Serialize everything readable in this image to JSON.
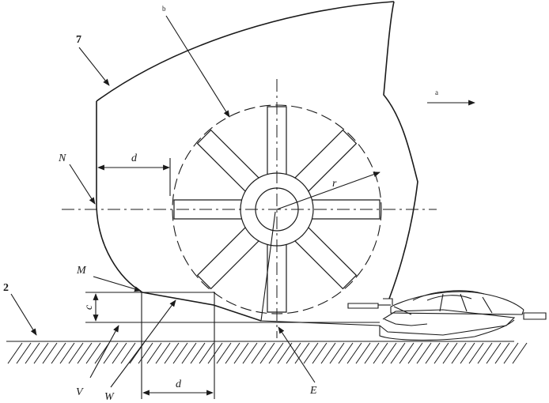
{
  "labels": {
    "part_7": "7",
    "part_2": "2",
    "b": "b",
    "a": "a",
    "N": "N",
    "M": "M",
    "d_top": "d",
    "d_bottom": "d",
    "r": "r",
    "c": "c",
    "V": "V",
    "W": "W",
    "E": "E"
  },
  "colors": {
    "ink": "#1a1a1a",
    "background": "#ffffff"
  }
}
